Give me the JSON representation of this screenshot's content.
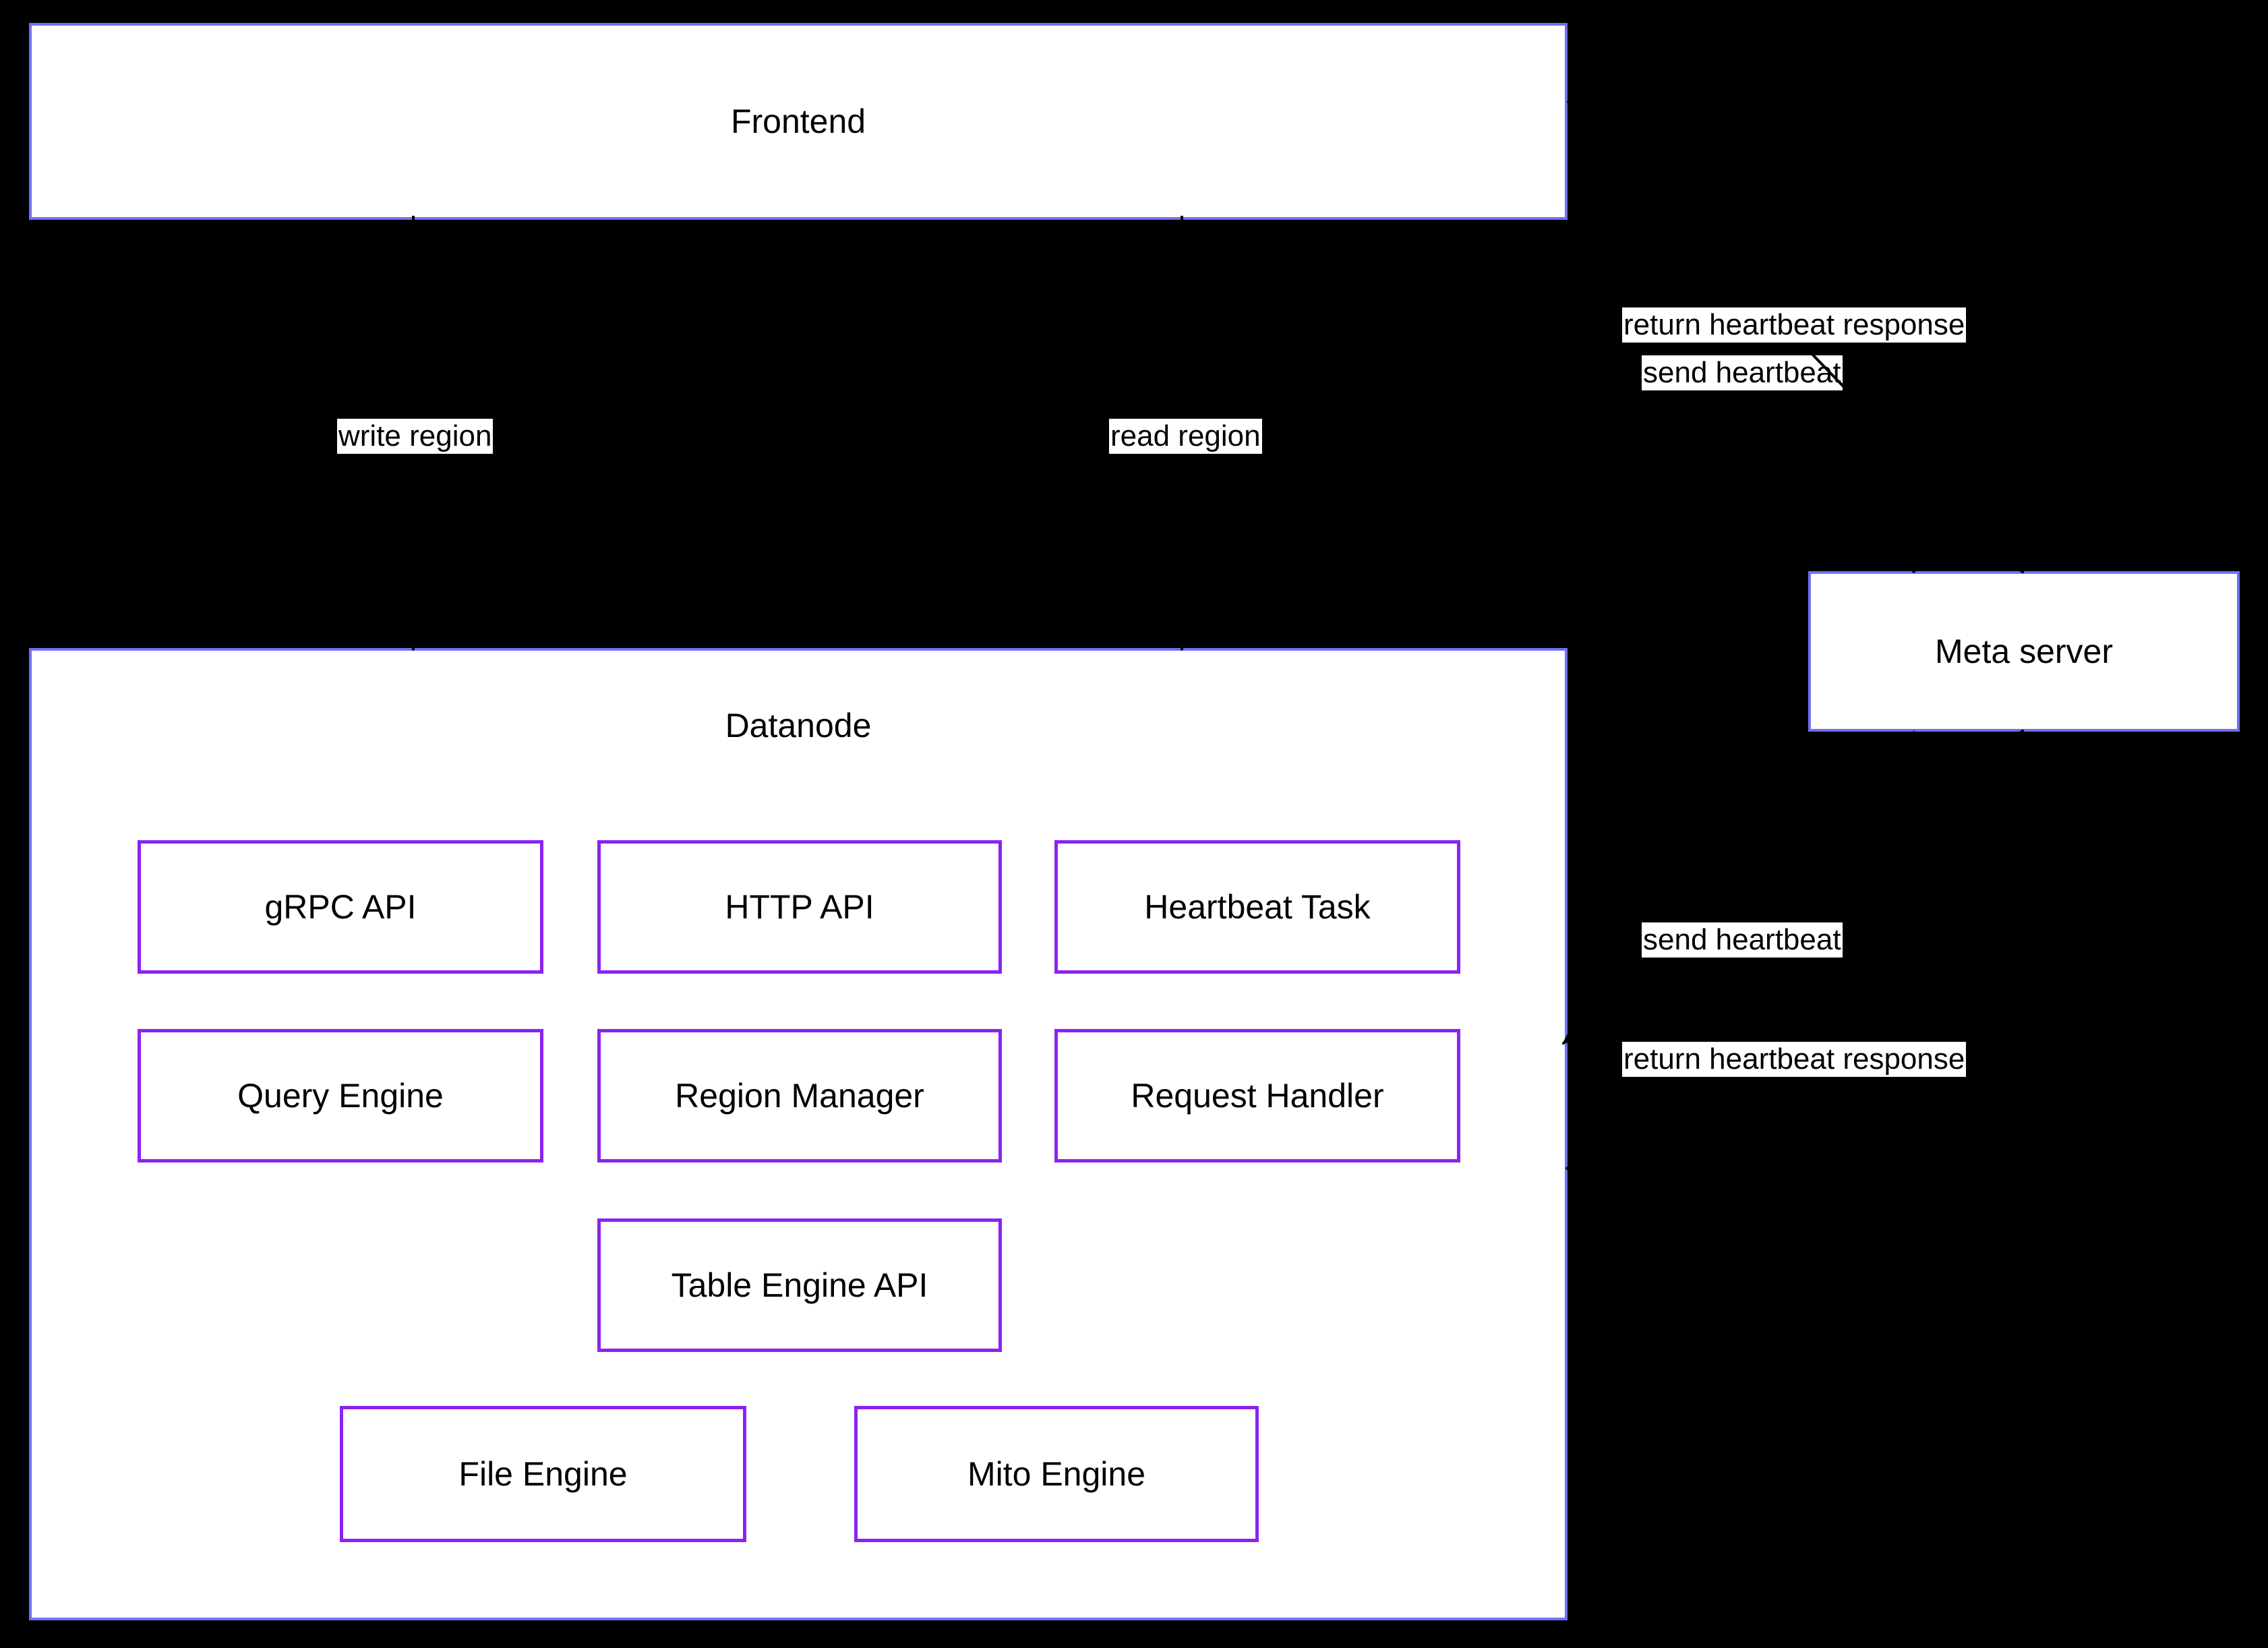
{
  "diagram": {
    "title": "Datanode architecture diagram",
    "colors": {
      "background": "#000000",
      "outer_border": "#7070f2",
      "inner_border": "#8b22f2",
      "node_fill": "#ffffff",
      "label_bg": "#ffffff",
      "text_color": "#000000",
      "arrow_color": "#000000"
    },
    "nodes": {
      "frontend": {
        "label": "Frontend"
      },
      "meta_server": {
        "label": "Meta server"
      },
      "datanode": {
        "label": "Datanode",
        "components": [
          {
            "id": "grpc-api",
            "label": "gRPC API"
          },
          {
            "id": "http-api",
            "label": "HTTP API"
          },
          {
            "id": "heartbeat-task",
            "label": "Heartbeat Task"
          },
          {
            "id": "query-engine",
            "label": "Query Engine"
          },
          {
            "id": "region-manager",
            "label": "Region Manager"
          },
          {
            "id": "request-handler",
            "label": "Request Handler"
          },
          {
            "id": "table-engine-api",
            "label": "Table Engine API"
          },
          {
            "id": "file-engine",
            "label": "File Engine"
          },
          {
            "id": "mito-engine",
            "label": "Mito Engine"
          }
        ]
      }
    },
    "edge_labels": {
      "write_region": "write region",
      "read_region": "read region",
      "send_heartbeat_frontend": "send heartbeat",
      "return_heartbeat_response_frontend": "return heartbeat response",
      "send_heartbeat_datanode": "send heartbeat",
      "return_heartbeat_response_datanode": "return heartbeat response"
    }
  }
}
